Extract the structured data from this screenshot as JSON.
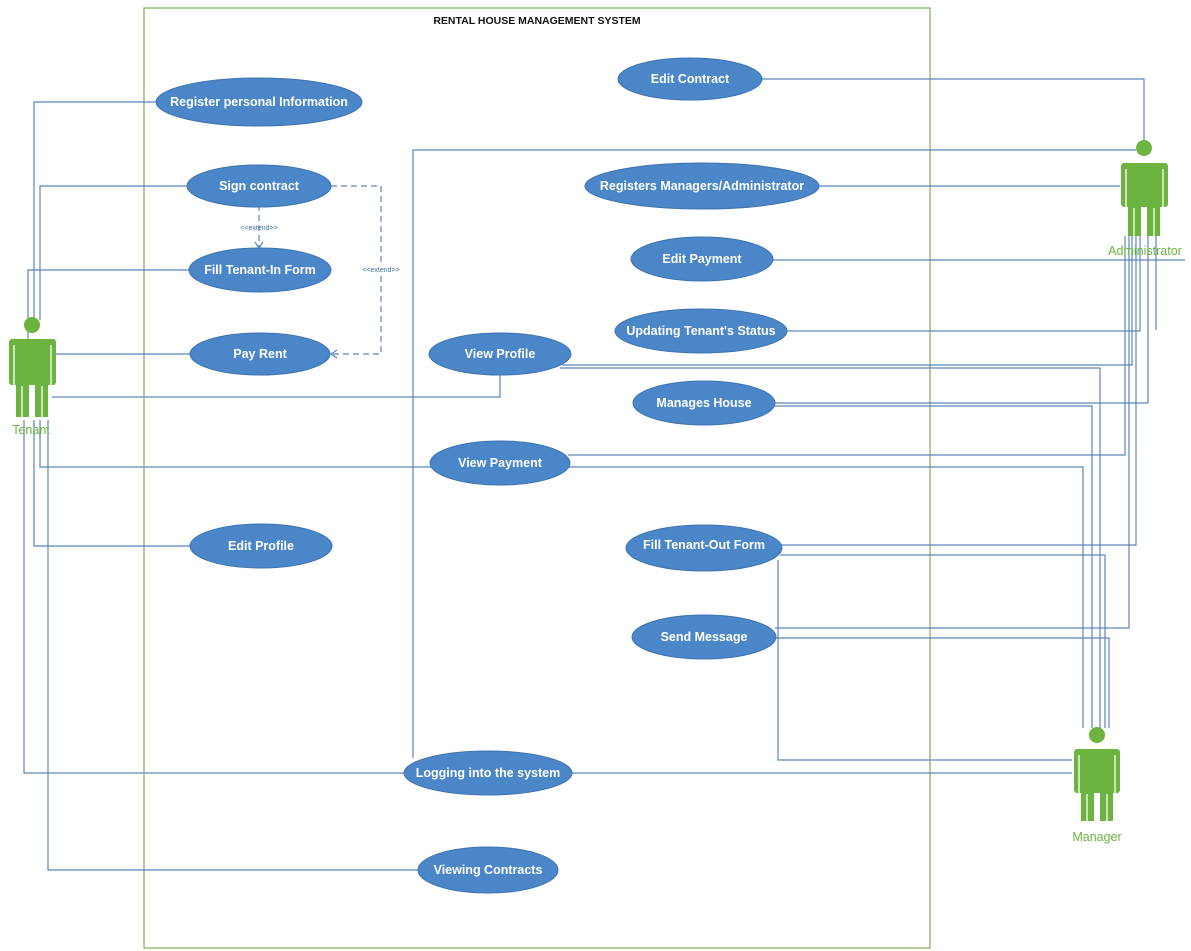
{
  "system": {
    "title": "RENTAL HOUSE MANAGEMENT SYSTEM"
  },
  "actors": {
    "tenant": "Tenant",
    "administrator": "Administrator",
    "manager": "Manager"
  },
  "use_cases": {
    "register_personal_information": "Register personal Information",
    "sign_contract": "Sign contract",
    "fill_tenant_in_form": "Fill Tenant-In Form",
    "pay_rent": "Pay Rent",
    "edit_profile": "Edit Profile",
    "view_profile": "View Profile",
    "view_payment": "View Payment",
    "logging_into_the_system": "Logging into the system",
    "viewing_contracts": "Viewing Contracts",
    "edit_contract": "Edit Contract",
    "registers_managers_administrator": "Registers Managers/Administrator",
    "edit_payment": "Edit Payment",
    "updating_tenants_status": "Updating Tenant's Status",
    "manages_house": "Manages House",
    "fill_tenant_out_form": "Fill Tenant-Out Form",
    "send_message": "Send Message"
  },
  "relationships": {
    "extend_fill_tenant_in": "<<extend>>",
    "extend_pay_rent": "<<extend>>"
  },
  "colors": {
    "use_case_fill": "#4a86c8",
    "actor": "#6cb33f",
    "boundary": "#8fb05a",
    "connector": "#5a86b8"
  }
}
